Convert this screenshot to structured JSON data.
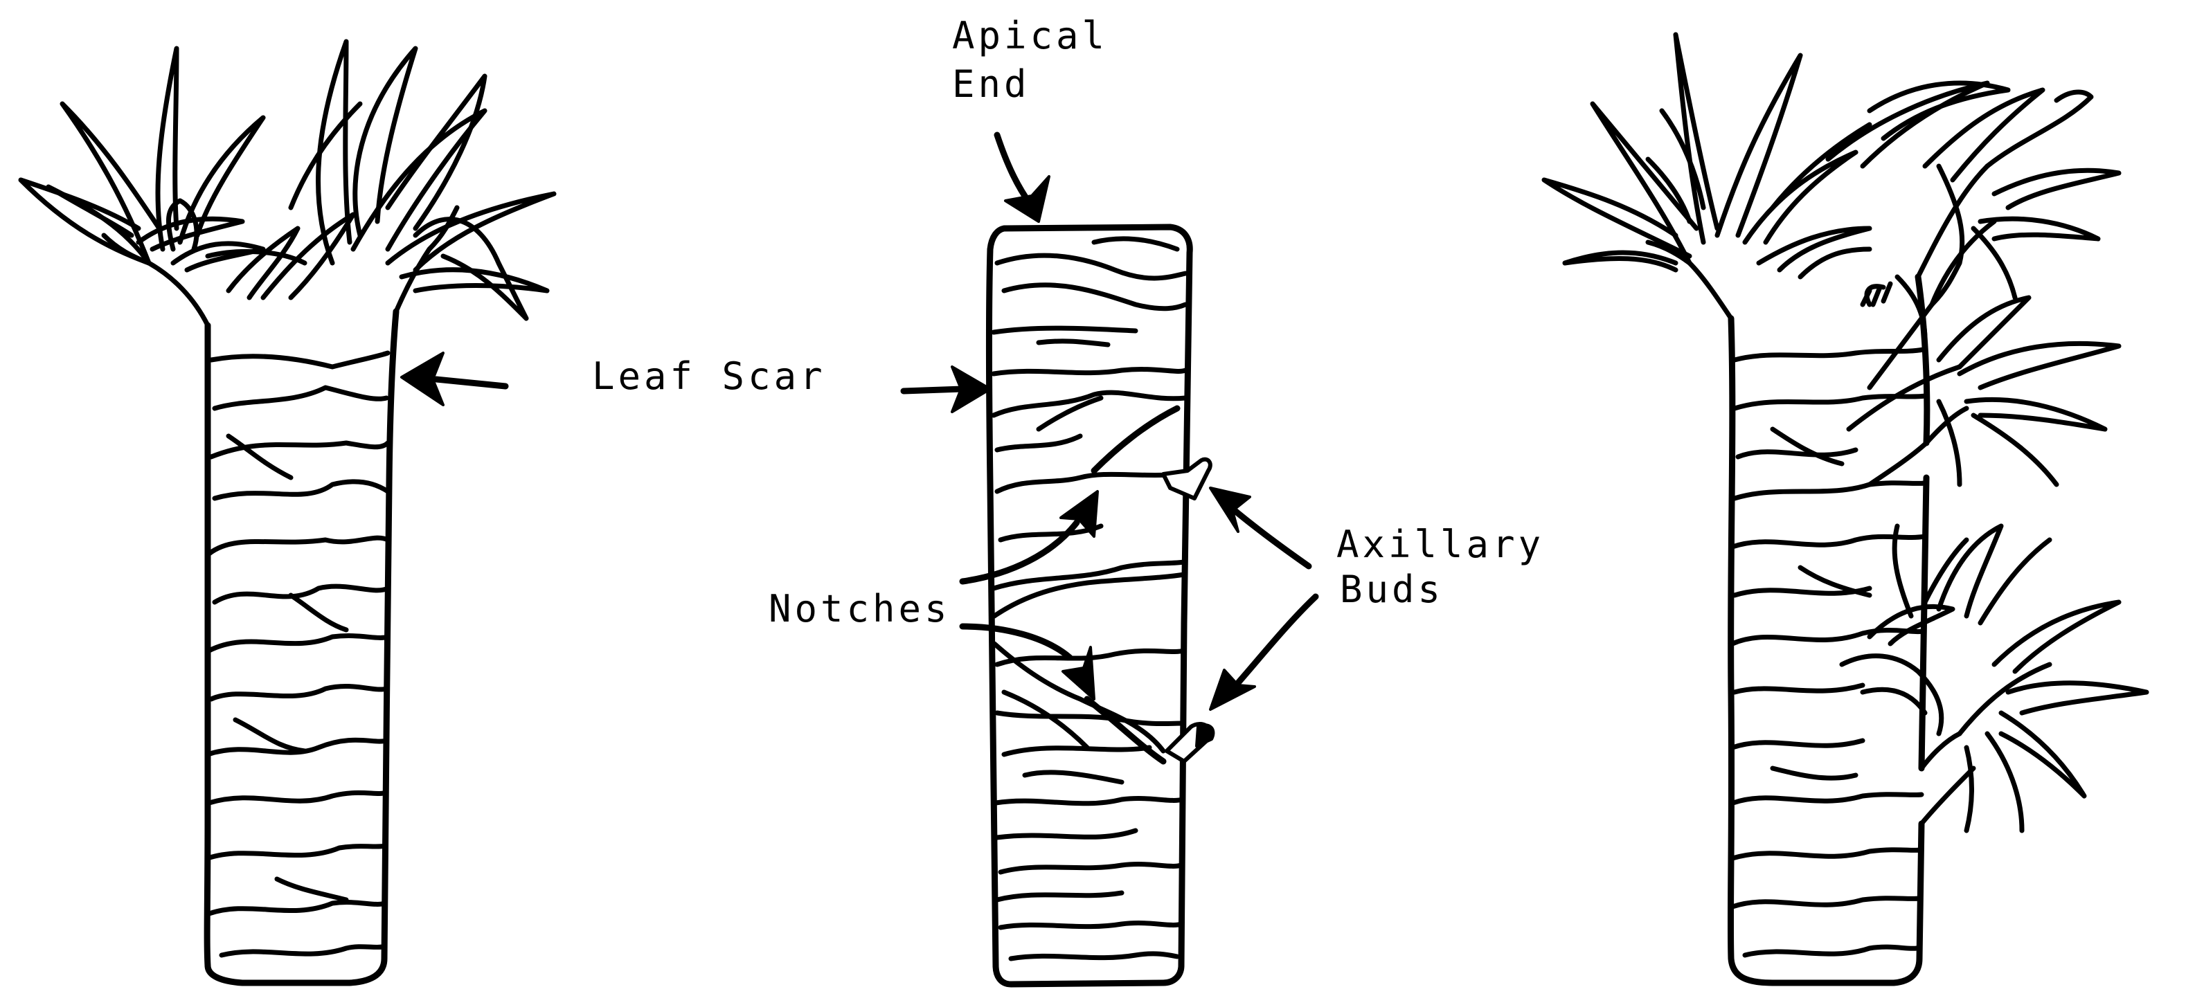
{
  "labels": {
    "apical_end_line1": "Apical",
    "apical_end_line2": "End",
    "leaf_scar": "Leaf Scar",
    "notches": "Notches",
    "axillary_buds_line1": "Axillary",
    "axillary_buds_line2": "Buds"
  },
  "colors": {
    "ink": "#000000",
    "background": "#ffffff"
  }
}
